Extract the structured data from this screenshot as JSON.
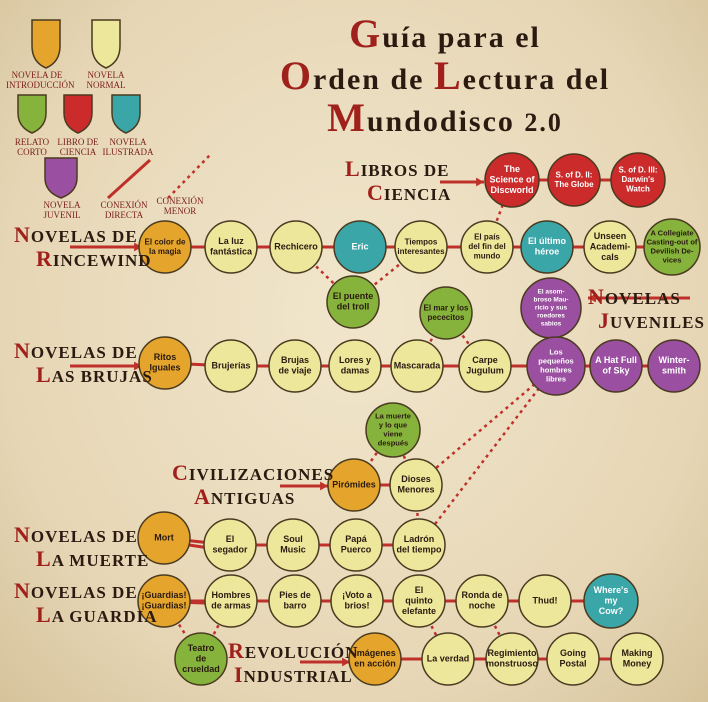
{
  "title": {
    "line1": [
      "G",
      "uía para el"
    ],
    "line2a": [
      "O",
      "rden de "
    ],
    "line2b": [
      "L",
      "ectura del"
    ],
    "line3": [
      "M",
      "undodisco "
    ],
    "version": "2.0"
  },
  "legend": {
    "introduccion": "Novela de introducción",
    "normal": "Novela normal",
    "relato": "Relato corto",
    "ciencia": "Libro de ciencia",
    "ilustrada": "Novela ilustrada",
    "juvenil": "Novela juvenil",
    "directa": "Conexión directa",
    "menor": "Conexión menor"
  },
  "colors": {
    "introduccion": "#e5a52c",
    "normal": "#ece79a",
    "relato": "#86b33c",
    "ciencia": "#cc2b2b",
    "ilustrada": "#3ba6a8",
    "juvenil": "#9a4fa0",
    "link": "#c0302a"
  },
  "sections": {
    "rincewind": [
      "N",
      "ovelas de ",
      "R",
      "incewind"
    ],
    "ciencia": [
      "L",
      "ibros de",
      "C",
      "iencia"
    ],
    "juveniles": [
      "N",
      "ovelas",
      "J",
      "uveniles"
    ],
    "brujas": [
      "N",
      "ovelas de",
      "L",
      "as brujas"
    ],
    "civilizaciones": [
      "C",
      "ivilizaciones",
      "A",
      "ntiguas"
    ],
    "muerte": [
      "N",
      "ovelas de",
      "L",
      "a muerte"
    ],
    "guardia": [
      "N",
      "ovelas de",
      "L",
      "a guardia"
    ],
    "revolucion": [
      "R",
      "evolución",
      "I",
      "ndustrial"
    ]
  },
  "books": [
    {
      "id": "color",
      "lines": [
        "El color de",
        "la magia"
      ],
      "type": "introduccion"
    },
    {
      "id": "luz",
      "lines": [
        "La luz",
        "fantástica"
      ],
      "type": "normal"
    },
    {
      "id": "rechicero",
      "lines": [
        "Rechicero"
      ],
      "type": "normal"
    },
    {
      "id": "eric",
      "lines": [
        "Eric"
      ],
      "type": "ilustrada"
    },
    {
      "id": "tiempos",
      "lines": [
        "Tiempos",
        "interesantes"
      ],
      "type": "normal"
    },
    {
      "id": "pais",
      "lines": [
        "El país",
        "del fin del",
        "mundo"
      ],
      "type": "normal"
    },
    {
      "id": "heroe",
      "lines": [
        "El último",
        "héroe"
      ],
      "type": "ilustrada"
    },
    {
      "id": "unseen",
      "lines": [
        "Unseen",
        "Academi-",
        "cals"
      ],
      "type": "normal"
    },
    {
      "id": "collegiate",
      "lines": [
        "A Collegiate",
        "Casting-out of",
        "Devilish De-",
        "vices"
      ],
      "type": "relato"
    },
    {
      "id": "puente",
      "lines": [
        "El puente",
        "del troll"
      ],
      "type": "relato"
    },
    {
      "id": "science",
      "lines": [
        "The",
        "Science of",
        "Discworld"
      ],
      "type": "ciencia"
    },
    {
      "id": "globe",
      "lines": [
        "S. of D. II:",
        "The Globe"
      ],
      "type": "ciencia"
    },
    {
      "id": "darwin",
      "lines": [
        "S. of D. III:",
        "Darwin's",
        "Watch"
      ],
      "type": "ciencia"
    },
    {
      "id": "pecezitos",
      "lines": [
        "El mar y los",
        "pececitos"
      ],
      "type": "relato"
    },
    {
      "id": "mauricio",
      "lines": [
        "El asom-",
        "broso Mau-",
        "ricio y sus",
        "roedores",
        "sabios"
      ],
      "type": "juvenil"
    },
    {
      "id": "ritos",
      "lines": [
        "Ritos",
        "Iguales"
      ],
      "type": "introduccion"
    },
    {
      "id": "brujerias",
      "lines": [
        "Brujerías"
      ],
      "type": "normal"
    },
    {
      "id": "viaje",
      "lines": [
        "Brujas",
        "de viaje"
      ],
      "type": "normal"
    },
    {
      "id": "lores",
      "lines": [
        "Lores y",
        "damas"
      ],
      "type": "normal"
    },
    {
      "id": "mascarada",
      "lines": [
        "Mascarada"
      ],
      "type": "normal"
    },
    {
      "id": "carpe",
      "lines": [
        "Carpe",
        "Jugulum"
      ],
      "type": "normal"
    },
    {
      "id": "pequenos",
      "lines": [
        "Los",
        "pequeños",
        "hombres",
        "libres"
      ],
      "type": "juvenil"
    },
    {
      "id": "hatfull",
      "lines": [
        "A Hat Full",
        "of Sky"
      ],
      "type": "juvenil"
    },
    {
      "id": "wintersmith",
      "lines": [
        "Winter-",
        "smith"
      ],
      "type": "juvenil"
    },
    {
      "id": "muerteviene",
      "lines": [
        "La muerte",
        "y lo que",
        "viene",
        "después"
      ],
      "type": "relato"
    },
    {
      "id": "piramides",
      "lines": [
        "Pirómides"
      ],
      "type": "introduccion"
    },
    {
      "id": "dioses",
      "lines": [
        "Dioses",
        "Menores"
      ],
      "type": "normal"
    },
    {
      "id": "mort",
      "lines": [
        "Mort"
      ],
      "type": "introduccion"
    },
    {
      "id": "segador",
      "lines": [
        "El",
        "segador"
      ],
      "type": "normal"
    },
    {
      "id": "soul",
      "lines": [
        "Soul",
        "Music"
      ],
      "type": "normal"
    },
    {
      "id": "papa",
      "lines": [
        "Papá",
        "Puerco"
      ],
      "type": "normal"
    },
    {
      "id": "ladron",
      "lines": [
        "Ladrón",
        "del tiempo"
      ],
      "type": "normal"
    },
    {
      "id": "guardias",
      "lines": [
        "¡Guardias!",
        "¡Guardias!"
      ],
      "type": "introduccion"
    },
    {
      "id": "hombres",
      "lines": [
        "Hombres",
        "de armas"
      ],
      "type": "normal"
    },
    {
      "id": "pies",
      "lines": [
        "Pies de",
        "barro"
      ],
      "type": "normal"
    },
    {
      "id": "voto",
      "lines": [
        "¡Voto a",
        "brios!"
      ],
      "type": "normal"
    },
    {
      "id": "quinto",
      "lines": [
        "El",
        "quinto",
        "elefante"
      ],
      "type": "normal"
    },
    {
      "id": "ronda",
      "lines": [
        "Ronda de",
        "noche"
      ],
      "type": "normal"
    },
    {
      "id": "thud",
      "lines": [
        "Thud!"
      ],
      "type": "normal"
    },
    {
      "id": "cow",
      "lines": [
        "Where's",
        "my",
        "Cow?"
      ],
      "type": "ilustrada"
    },
    {
      "id": "teatro",
      "lines": [
        "Teatro",
        "de",
        "crueldad"
      ],
      "type": "relato"
    },
    {
      "id": "imagenes",
      "lines": [
        "Imágenes",
        "en acción"
      ],
      "type": "introduccion"
    },
    {
      "id": "verdad",
      "lines": [
        "La verdad"
      ],
      "type": "normal"
    },
    {
      "id": "regimiento",
      "lines": [
        "Regimiento",
        "monstruoso"
      ],
      "type": "normal"
    },
    {
      "id": "postal",
      "lines": [
        "Going",
        "Postal"
      ],
      "type": "normal"
    },
    {
      "id": "money",
      "lines": [
        "Making",
        "Money"
      ],
      "type": "normal"
    }
  ]
}
